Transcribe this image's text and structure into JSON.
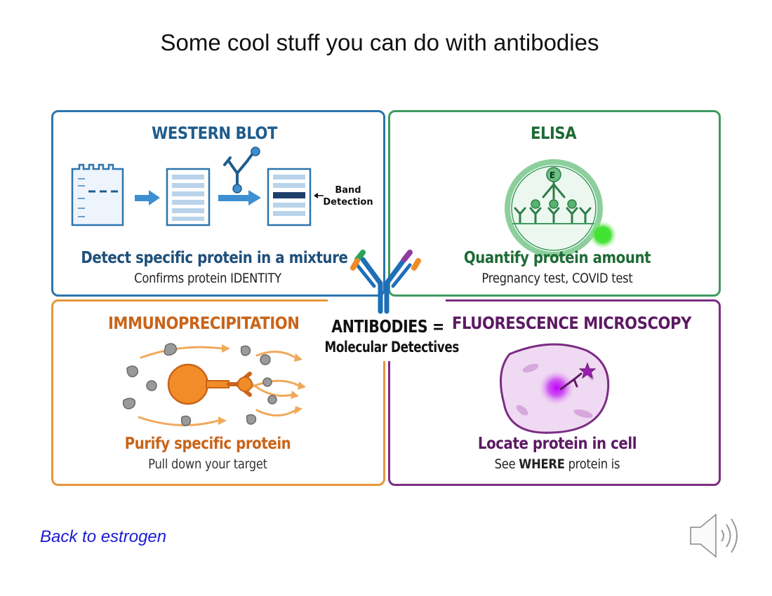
{
  "title": "Some cool stuff you can do with antibodies",
  "panels": {
    "western_blot": {
      "heading": "WESTERN BLOT",
      "annotation_line1": "Band",
      "annotation_line2": "Detection",
      "description": "Detect specific protein in a mixture",
      "subtext": "Confirms protein IDENTITY",
      "color": "#1f5c8c"
    },
    "elisa": {
      "heading": "ELISA",
      "enzyme_letter": "E",
      "description": "Quantify protein amount",
      "subtext": "Pregnancy test, COVID test",
      "color": "#1e6b35"
    },
    "immunoprecipitation": {
      "heading": "IMMUNOPRECIPITATION",
      "description": "Purify specific protein",
      "subtext": "Pull down your target",
      "color": "#c8641a"
    },
    "fluorescence": {
      "heading": "FLUORESCENCE MICROSCOPY",
      "description": "Locate protein in cell",
      "subtext_before": "See ",
      "subtext_bold": "WHERE",
      "subtext_after": " protein is",
      "color": "#5c1a63"
    }
  },
  "center": {
    "label_line1": "ANTIBODIES =",
    "label_line2": "Molecular Detectives"
  },
  "back_link": "Back to estrogen",
  "icons": {
    "audio": "speaker-icon"
  }
}
